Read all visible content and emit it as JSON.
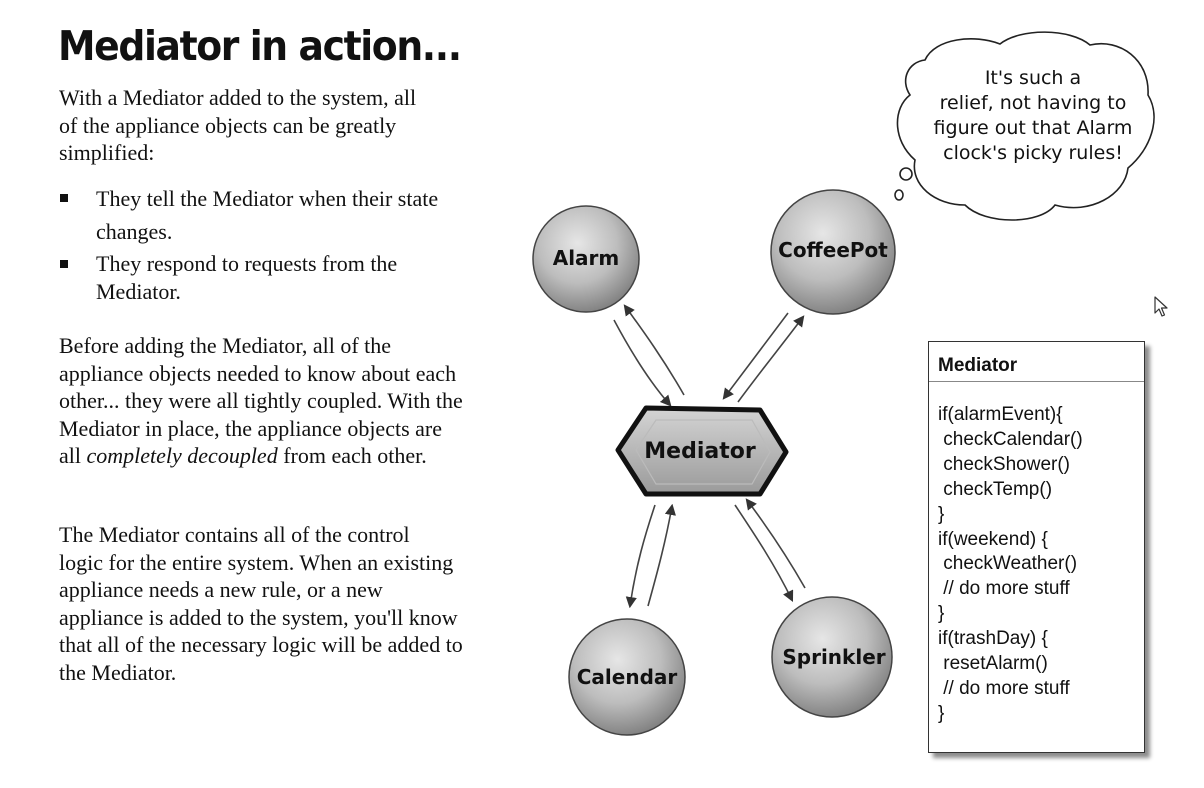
{
  "title": "Mediator in action...",
  "intro": "With a Mediator added to the system, all\nof the appliance objects can be greatly\nsimplified:",
  "bullets": [
    "They tell the Mediator when their state\nchanges.",
    "They respond to requests from the\nMediator."
  ],
  "para1": {
    "before": "Before adding the Mediator, all of the\nappliance objects needed to know about each\nother... they were all tightly coupled. With the\nMediator in place, the appliance objects are\nall ",
    "emphasis": "completely decoupled",
    "after": " from each other."
  },
  "para2": "The Mediator contains all of the control\nlogic for the entire system. When an existing\nappliance needs a new rule, or a new\nappliance is added to the system, you'll know\nthat all of the necessary logic will be added to\nthe Mediator.",
  "diagram": {
    "center": "Mediator",
    "nodes": {
      "alarm": "Alarm",
      "coffeepot": "CoffeePot",
      "calendar": "Calendar",
      "sprinkler": "Sprinkler"
    }
  },
  "thought_bubble": "It's  such a\nrelief, not having to\nfigure out that Alarm\nclock's picky rules!",
  "mediator_box": {
    "title": "Mediator",
    "code": "if(alarmEvent){\n checkCalendar()\n checkShower()\n checkTemp()\n}\nif(weekend) {\n checkWeather()\n // do more stuff\n}\nif(trashDay) {\n resetAlarm()\n // do more stuff\n}"
  },
  "icons": {
    "cursor": "mouse-pointer-icon",
    "bullet": "square-bullet-icon"
  },
  "colors": {
    "node_fill_light": "#d8d8d8",
    "node_fill_dark": "#8a8a8a",
    "outline": "#222222"
  }
}
